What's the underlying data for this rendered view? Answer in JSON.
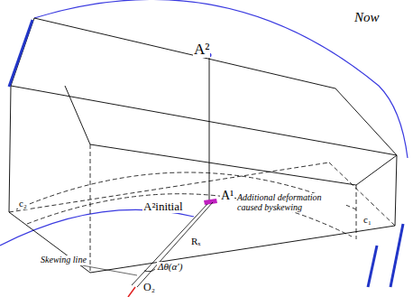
{
  "diagram": {
    "labels": [
      "Now",
      "A²",
      "A²initial",
      "A¹",
      "Additional deformation caused byskewing",
      "Rₓ",
      "Skewing line",
      "Δθ(α′)",
      "c₂",
      "c₁",
      "O₂"
    ]
  }
}
